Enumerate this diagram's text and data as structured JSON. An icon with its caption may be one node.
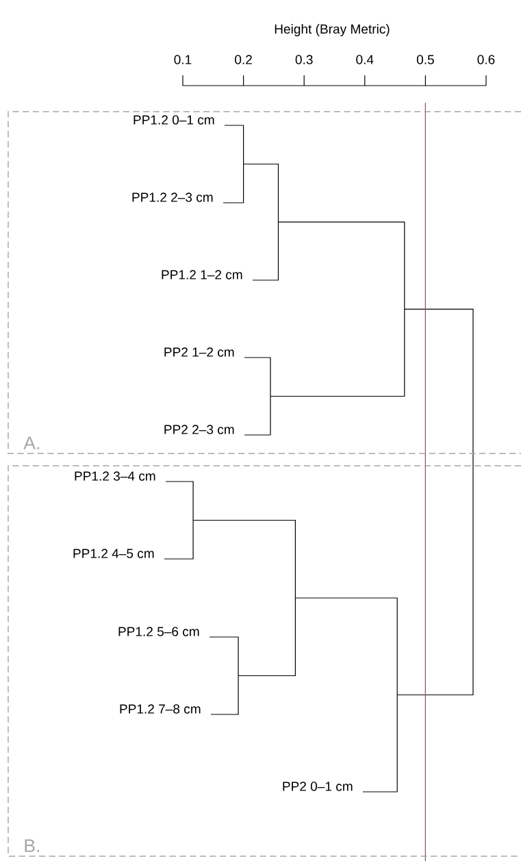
{
  "diagram": {
    "nodes": [
      {
        "text": [
          "A."
        ]
      },
      {
        "text": [
          "PP1.2 0–1 cm"
        ],
        "in": 0
      },
      {
        "text": [
          "PP1.2 2–3 cm"
        ],
        "in": 0
      },
      {
        "text": [
          "PP1.2 1–2 cm"
        ],
        "in": 0
      },
      {
        "text": [
          "PP2 1–2 cm"
        ],
        "in": 0
      },
      {
        "text": [
          "PP2 2–3 cm"
        ],
        "in": 0
      },
      {
        "text": [
          "B."
        ]
      },
      {
        "text": [
          "PP1.2 3–4 cm"
        ],
        "in": 6
      },
      {
        "text": [
          "PP1.2 4–5 cm"
        ],
        "in": 6
      },
      {
        "text": [
          "PP1.2 5–6 cm"
        ],
        "in": 6
      },
      {
        "text": [
          "PP1.2 7–8 cm"
        ],
        "in": 6
      },
      {
        "text": [
          "PP2 0–1 cm"
        ],
        "in": 6
      }
    ],
    "labels": [
      "Height (Bray Metric)",
      "0.1",
      "0.2",
      "0.3",
      "0.4",
      "0.5",
      "0.6"
    ]
  }
}
